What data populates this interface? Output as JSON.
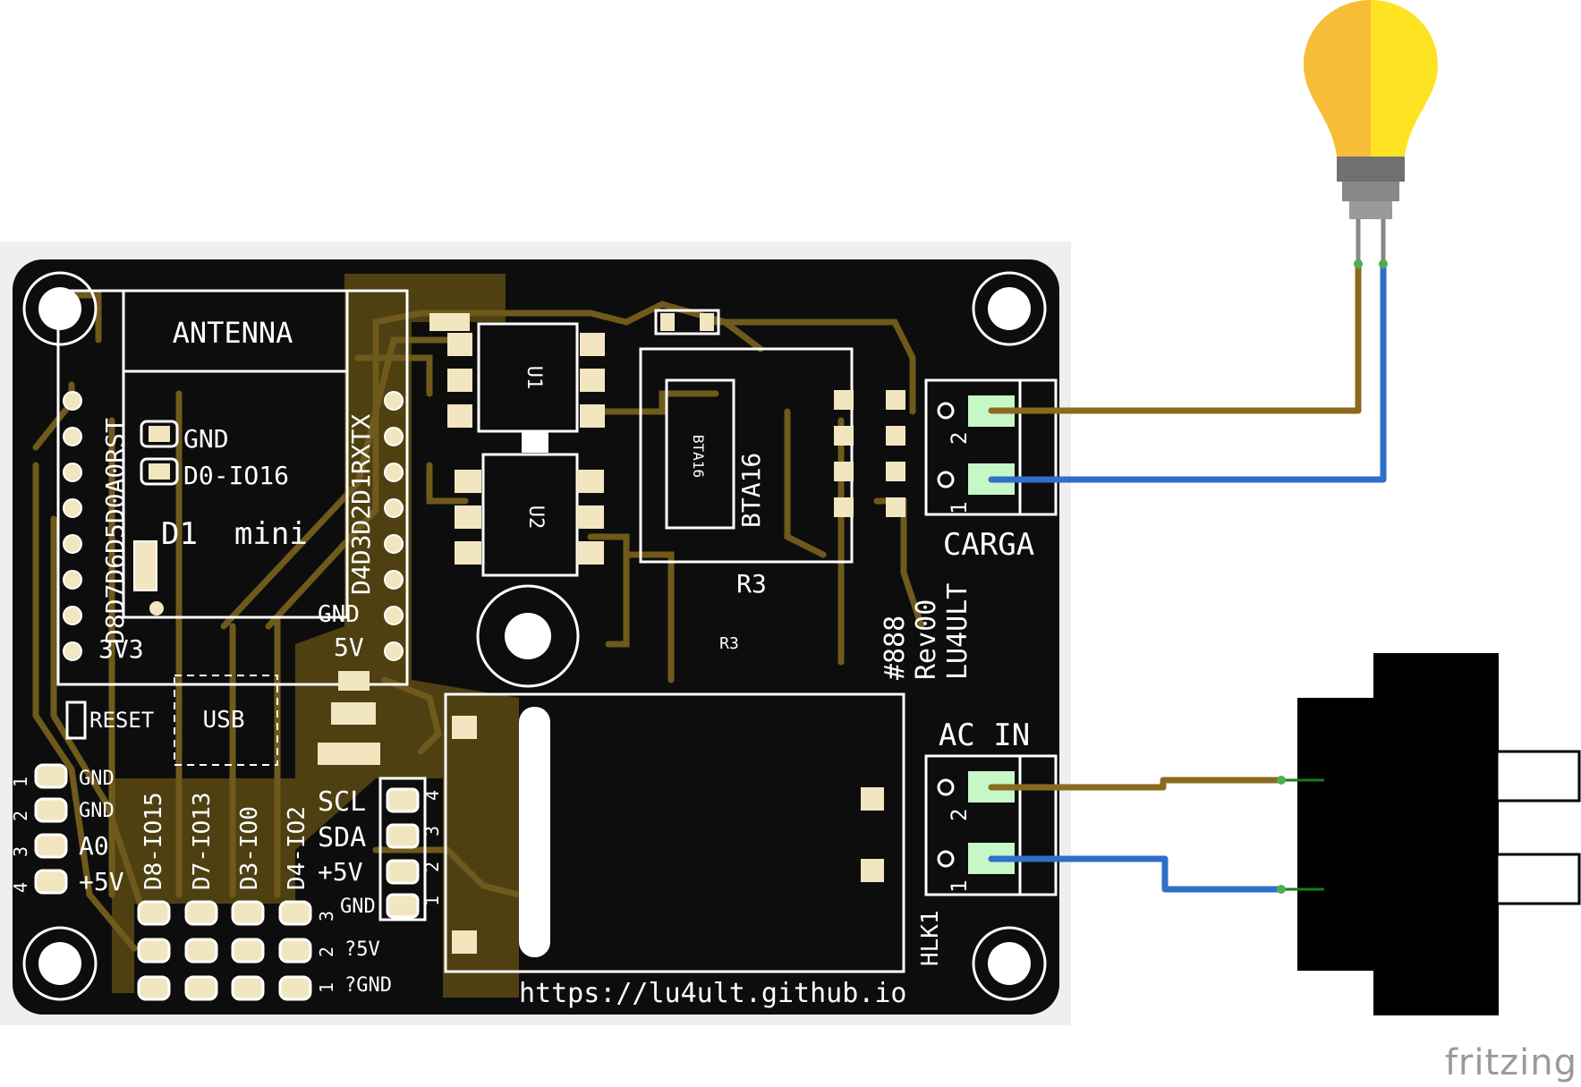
{
  "board": {
    "module": {
      "antenna": "ANTENNA",
      "name": "D1  mini",
      "jumpers": [
        "GND",
        "D0-IO16"
      ],
      "left_pins": "D8D7D6D5D0A0RST",
      "left_bottom": "3V3",
      "right_pins": "D4D3D2D1RXTX",
      "right_gnd": "GND",
      "right_5v": "5V",
      "reset": "RESET",
      "usb": "USB"
    },
    "ic_labels": {
      "u1": "U1",
      "u2": "U2",
      "triac": "BTA16",
      "triac_small": "BTA16",
      "r3": "R3",
      "r3_small": "R3"
    },
    "terminals": {
      "carga": "CARGA",
      "ac_in": "AC IN",
      "pin2": "2",
      "pin1": "1"
    },
    "revision": [
      "#888",
      "Rev00",
      "LU4ULT"
    ],
    "hlk": "HLK1",
    "url": "https://lu4ult.github.io",
    "left_header": {
      "numbers": [
        "1",
        "2",
        "3",
        "4"
      ],
      "labels": [
        "GND",
        "GND",
        "A0",
        "+5V"
      ]
    },
    "bottom_header": {
      "labels": [
        "D8-IO15",
        "D7-IO13",
        "D3-IO0",
        "D4-IO2"
      ],
      "row_numbers": [
        "3",
        "2",
        "1"
      ],
      "row_labels": [
        "?5V",
        "?GND"
      ]
    },
    "i2c_header": {
      "labels": [
        "SCL",
        "SDA",
        "+5V",
        "GND"
      ],
      "numbers": [
        "4",
        "3",
        "2",
        "1"
      ]
    }
  },
  "watermark": "fritzing",
  "colors": {
    "board": "#0d0d0d",
    "copper": "#5c4a14",
    "trace": "#7a6420",
    "pad": "#f2e6c0",
    "wire_brown": "#8b6a1e",
    "wire_blue": "#2f6fc9",
    "terminal_green": "#c6f7c6",
    "bulb_left": "#f8bd36",
    "bulb_right": "#fde321"
  }
}
